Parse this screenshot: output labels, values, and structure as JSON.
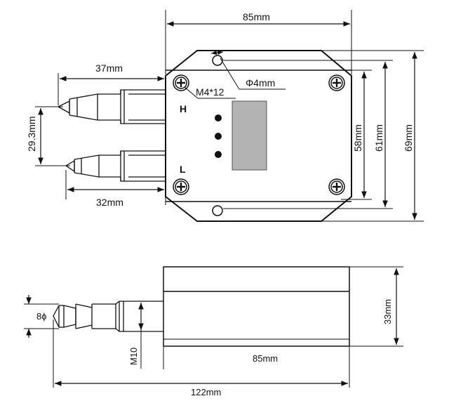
{
  "top_view": {
    "width_label": "85mm",
    "hole_label": "Φ4mm",
    "screw_label": "M4*12",
    "port_high_label": "H",
    "port_low_label": "L",
    "port_offset_label": "37mm",
    "port_spacing_label": "29.3mm",
    "port_low_offset_label": "32mm",
    "height_58_label": "58mm",
    "height_61_label": "61mm",
    "height_69_label": "69mm",
    "display_color": "#b3b3b3"
  },
  "side_view": {
    "barb_label": "8ϕ",
    "thread_label": "M10",
    "body_width_label": "85mm",
    "body_height_label": "33mm",
    "total_length_label": "122mm"
  }
}
